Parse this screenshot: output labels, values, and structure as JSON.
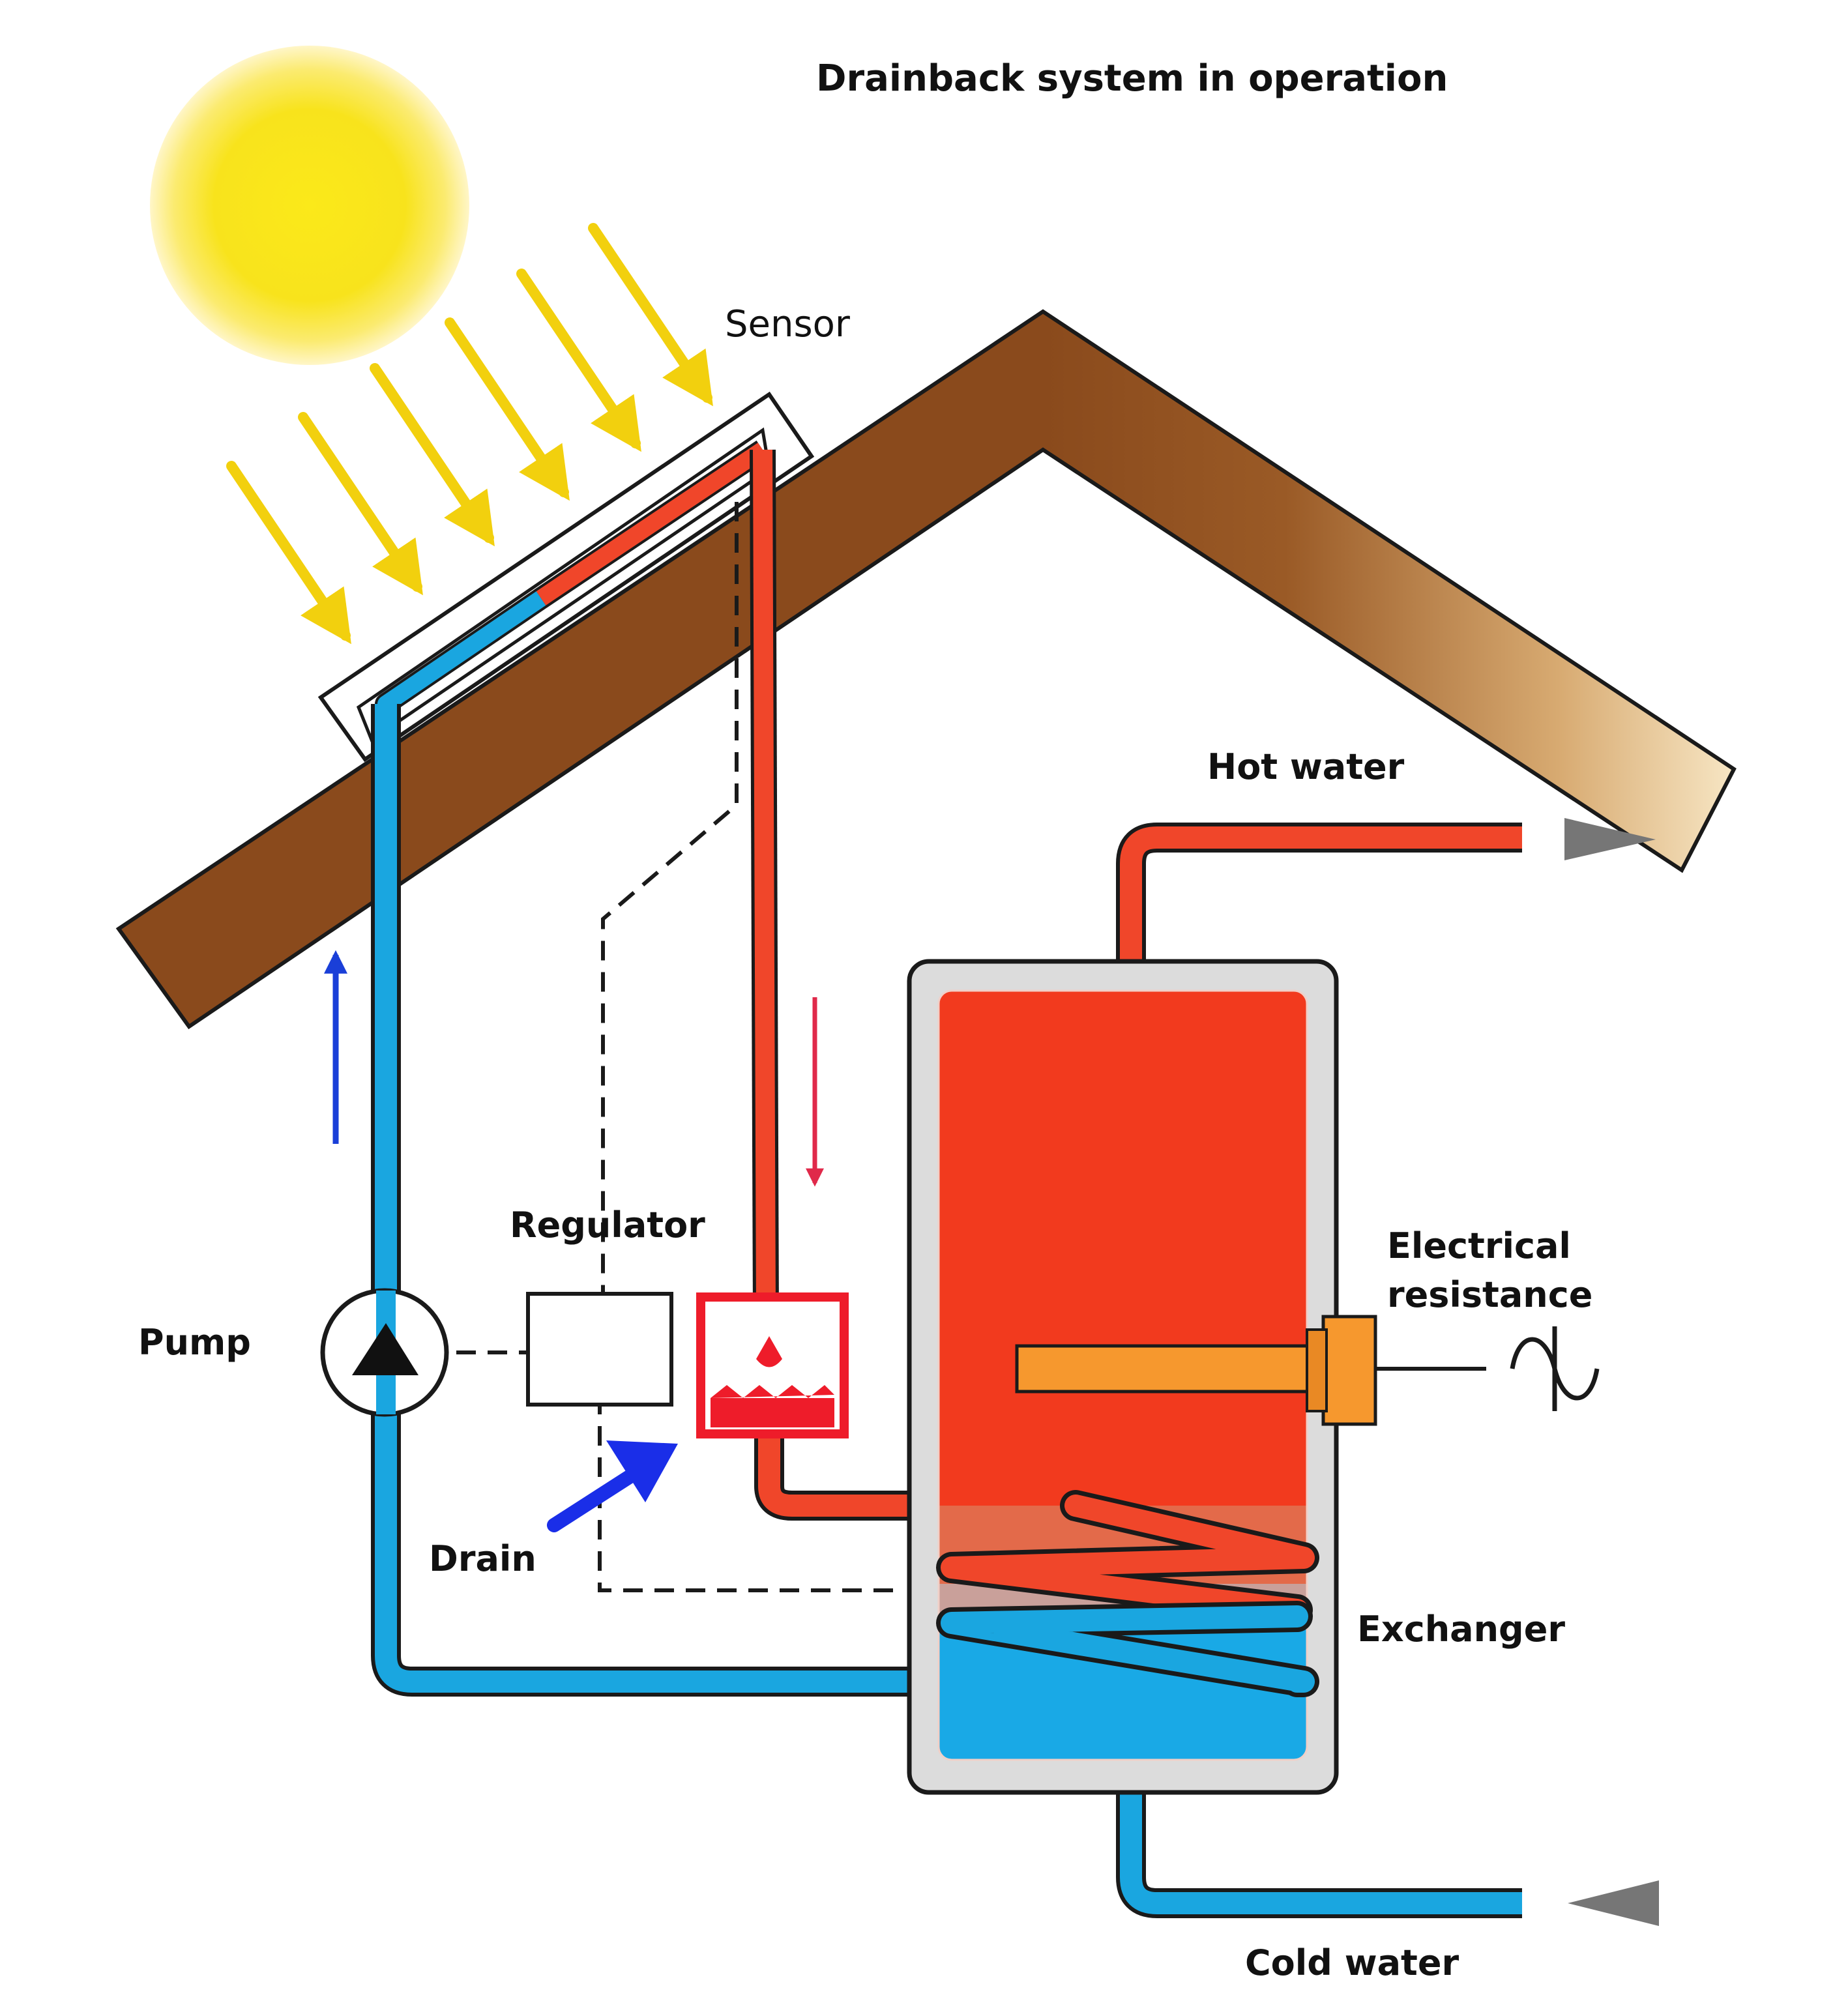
{
  "title": "Drainback system in operation",
  "labels": {
    "sensor": "Sensor",
    "hot_water": "Hot water",
    "regulator": "Regulator",
    "electrical_resistance_line1": "Electrical",
    "electrical_resistance_line2": "resistance",
    "pump": "Pump",
    "drain": "Drain",
    "exchanger": "Exchanger",
    "cold_water": "Cold water"
  },
  "colors": {
    "hot": "#f0462a",
    "cold": "#1aa6e0",
    "roof": "#8a4a1c",
    "sun": "#f7e21a",
    "heater": "#f6982e",
    "flow_arrow_blue": "#1a3fd8",
    "flow_arrow_red": "#e0294a",
    "outlet_arrow": "#767676"
  },
  "icons": [
    "sun-icon",
    "pump-icon",
    "ac-power-icon",
    "drain-arrow-icon"
  ]
}
